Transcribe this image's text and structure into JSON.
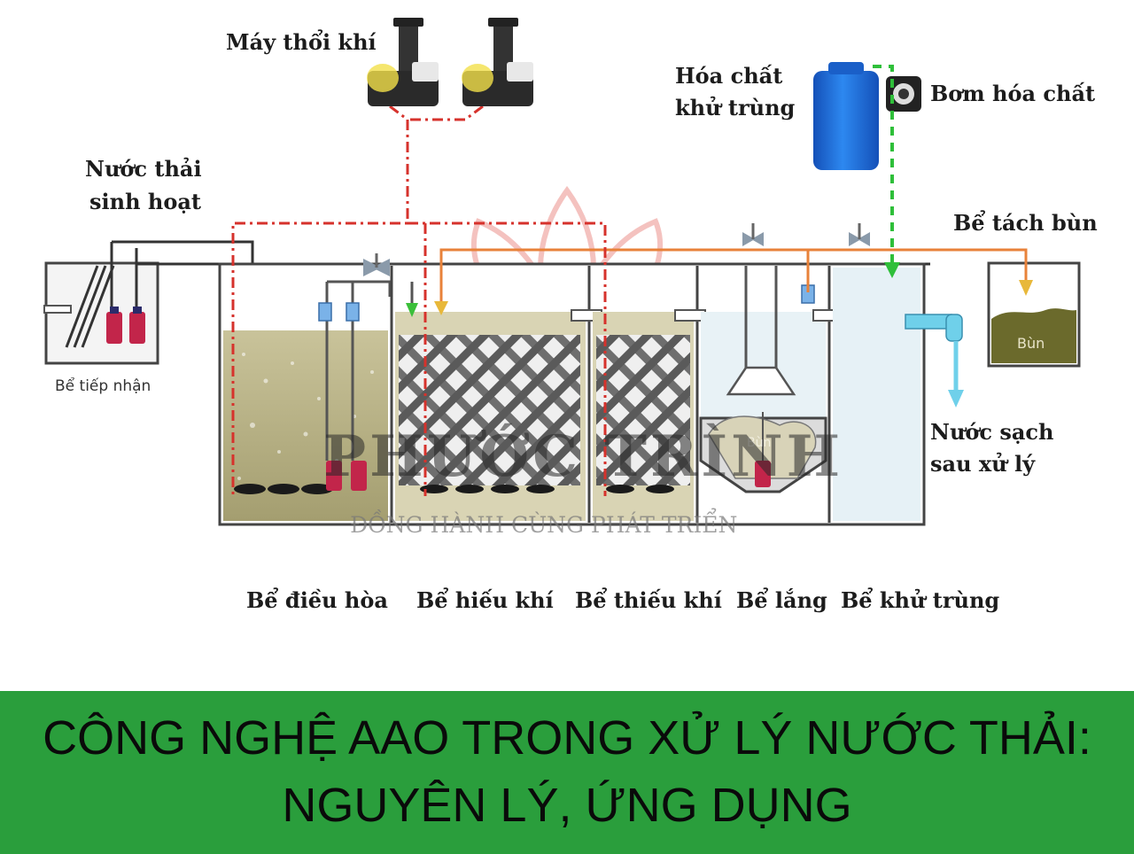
{
  "labels": {
    "blower": "Máy thổi khí",
    "chemical_line1": "Hóa chất",
    "chemical_line2": "khử trùng",
    "chemical_pump": "Bơm hóa chất",
    "domestic_line1": "Nước thải",
    "domestic_line2": "sinh hoạt",
    "sludge_tank": "Bể tách bùn",
    "receiving_tank": "Bể tiếp nhận",
    "clean_line1": "Nước sạch",
    "clean_line2": "sau xử lý",
    "sludge": "Bùn",
    "sludge_settling": "Bùn"
  },
  "tanks": [
    "Bể điều hòa",
    "Bể hiếu khí",
    "Bể thiếu khí",
    "Bể lắng",
    "Bể khử trùng"
  ],
  "watermark": {
    "brand": "PHƯỚC TRÌNH",
    "slogan": "ĐỒNG HÀNH CÙNG PHÁT TRIỂN"
  },
  "banner": {
    "line1": "CÔNG NGHỆ AAO TRONG XỬ LÝ NƯỚC THẢI:",
    "line2": "NGUYÊN LÝ, ỨNG DỤNG"
  },
  "colors": {
    "air_line": "#d6322c",
    "flow_line": "#e8823a",
    "chemical_line": "#2fbf3a",
    "banner_bg": "#2a9e3c",
    "sludge": "#6b6a2c",
    "media": "#8a8a8a",
    "chemical_tank": "#1e6fd9"
  }
}
